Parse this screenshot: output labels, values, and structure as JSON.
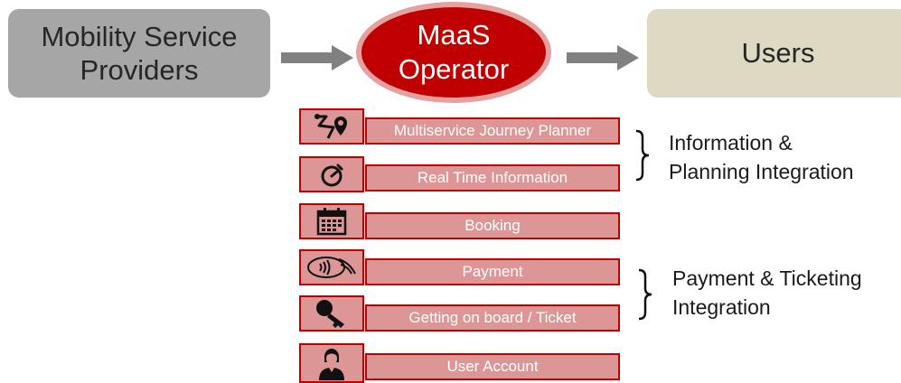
{
  "providers": {
    "line1": "Mobility Service",
    "line2": "Providers"
  },
  "operator": {
    "line1": "MaaS",
    "line2": "Operator"
  },
  "users": {
    "label": "Users"
  },
  "services": [
    {
      "label": "Multiservice Journey Planner",
      "icon": "route-pin-icon"
    },
    {
      "label": "Real Time Information",
      "icon": "stopwatch-icon"
    },
    {
      "label": "Booking",
      "icon": "calendar-icon"
    },
    {
      "label": "Payment",
      "icon": "contactless-payment-icon"
    },
    {
      "label": "Getting on board / Ticket",
      "icon": "key-icon"
    },
    {
      "label": "User Account",
      "icon": "user-icon"
    }
  ],
  "groups": [
    {
      "line1": "Information &",
      "line2": "Planning Integration"
    },
    {
      "line1": "Payment & Ticketing",
      "line2": "Integration"
    }
  ],
  "colors": {
    "operator": "#c00000",
    "service_fill": "#dc9696",
    "providers": "#a6a6a6",
    "users": "#ddd9c3"
  }
}
